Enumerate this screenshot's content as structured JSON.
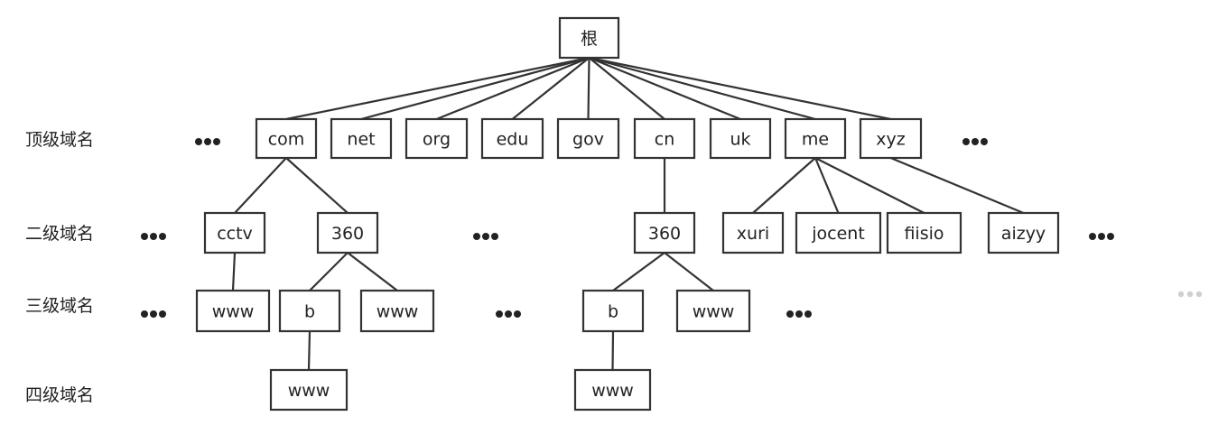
{
  "level_labels": [
    "顶级域名",
    "二级域名",
    "三级域名",
    "四级域名"
  ],
  "nodes": {
    "root": "根",
    "com": "com",
    "net": "net",
    "org": "org",
    "edu": "edu",
    "gov": "gov",
    "cn": "cn",
    "uk": "uk",
    "me": "me",
    "xyz": "xyz",
    "cctv": "cctv",
    "com360": "360",
    "cn360": "360",
    "xuri": "xuri",
    "jocent": "jocent",
    "fiisio": "fiisio",
    "aizyy": "aizyy",
    "cctv_www": "www",
    "com360_b": "b",
    "com360_www": "www",
    "cn360_b": "b",
    "cn360_www": "www",
    "com360_b_www": "www",
    "cn360_b_www": "www"
  },
  "edges": [
    [
      "root",
      "com"
    ],
    [
      "root",
      "net"
    ],
    [
      "root",
      "org"
    ],
    [
      "root",
      "edu"
    ],
    [
      "root",
      "gov"
    ],
    [
      "root",
      "cn"
    ],
    [
      "root",
      "uk"
    ],
    [
      "root",
      "me"
    ],
    [
      "root",
      "xyz"
    ],
    [
      "com",
      "cctv"
    ],
    [
      "com",
      "com360"
    ],
    [
      "cn",
      "cn360"
    ],
    [
      "me",
      "xuri"
    ],
    [
      "me",
      "jocent"
    ],
    [
      "me",
      "fiisio"
    ],
    [
      "xyz",
      "aizyy"
    ],
    [
      "cctv",
      "cctv_www"
    ],
    [
      "com360",
      "com360_b"
    ],
    [
      "com360",
      "com360_www"
    ],
    [
      "cn360",
      "cn360_b"
    ],
    [
      "cn360",
      "cn360_www"
    ],
    [
      "com360_b",
      "com360_b_www"
    ],
    [
      "cn360_b",
      "cn360_b_www"
    ]
  ],
  "ellipsis_icon": "more-dots-icon"
}
